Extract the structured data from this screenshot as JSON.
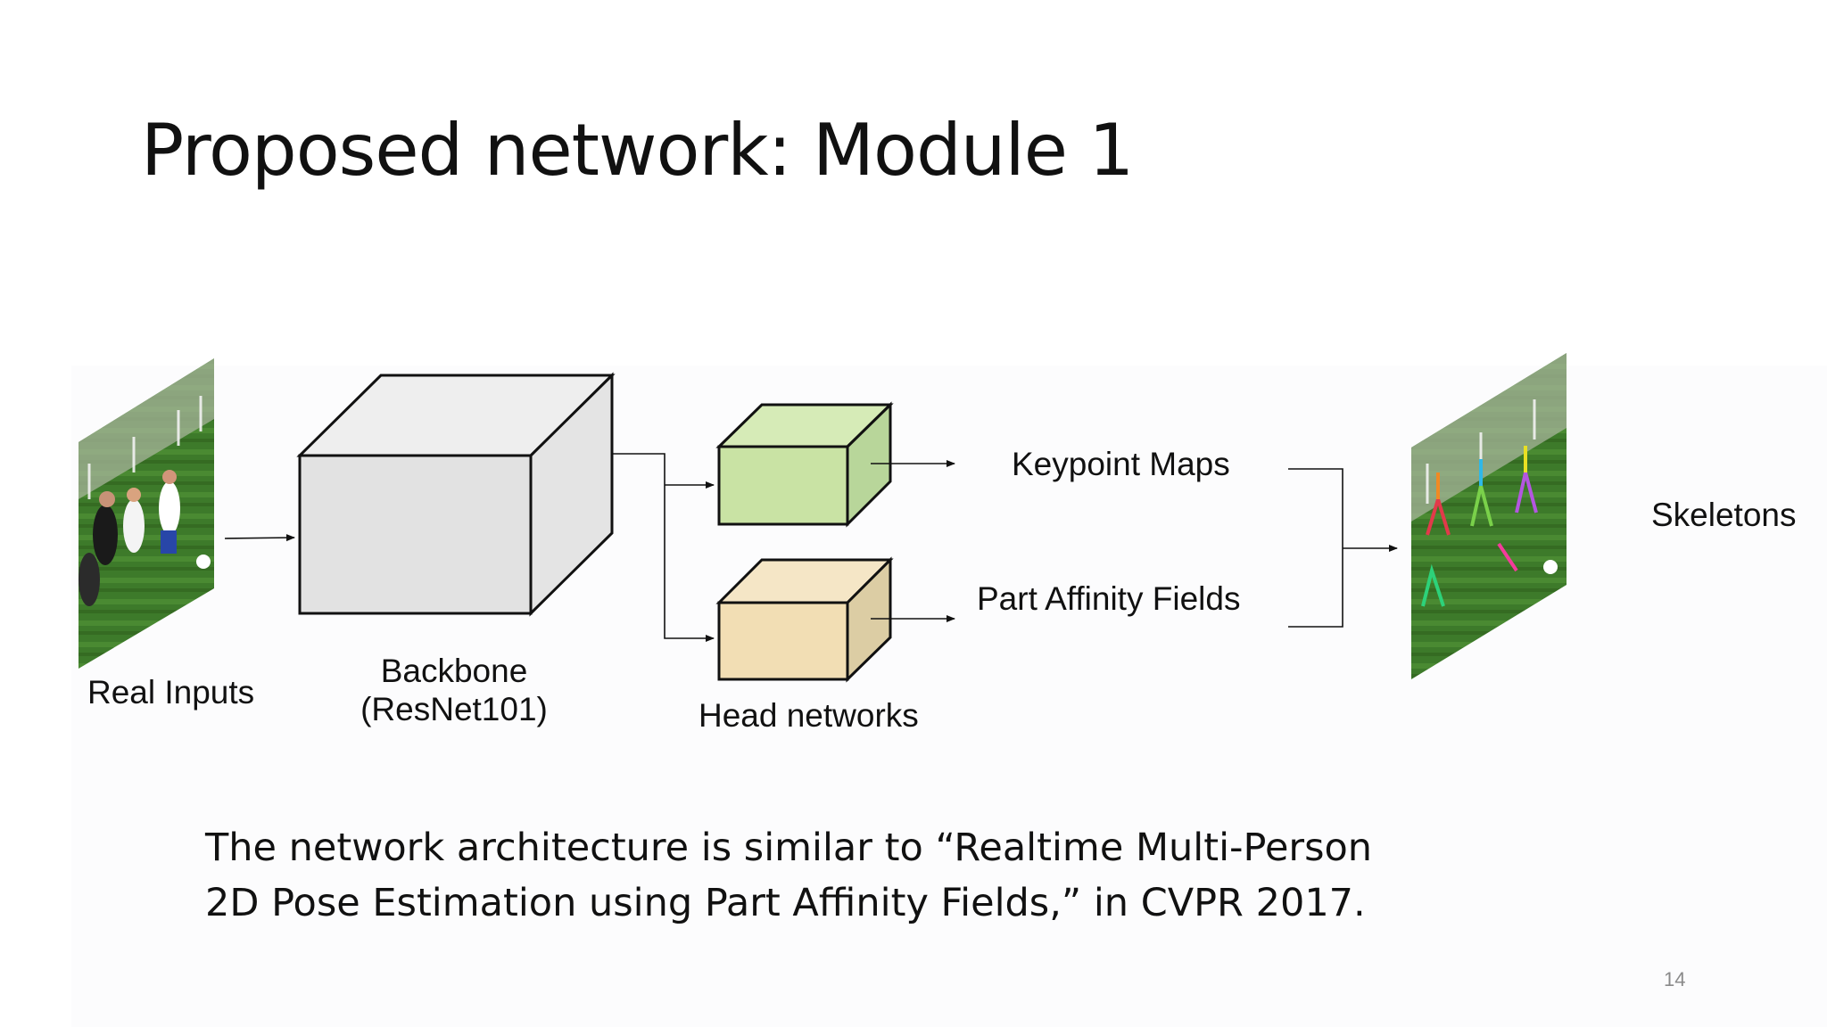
{
  "slide": {
    "title": "Proposed network: Module 1",
    "page_number": "14"
  },
  "diagram": {
    "input_label": "Real Inputs",
    "backbone_label": "Backbone",
    "backbone_sublabel": "(ResNet101)",
    "head_label": "Head networks",
    "keypoint_label": "Keypoint Maps",
    "paf_label": "Part Affinity Fields",
    "output_label": "Skeletons",
    "colors": {
      "backbone": "#e2e2e2",
      "head_keypoint": "#c9e3a4",
      "head_paf": "#f2deb4"
    }
  },
  "caption": {
    "line1": "The network architecture is similar to “Realtime Multi-Person",
    "line2": "2D Pose Estimation using Part Affinity Fields,” in CVPR 2017."
  }
}
